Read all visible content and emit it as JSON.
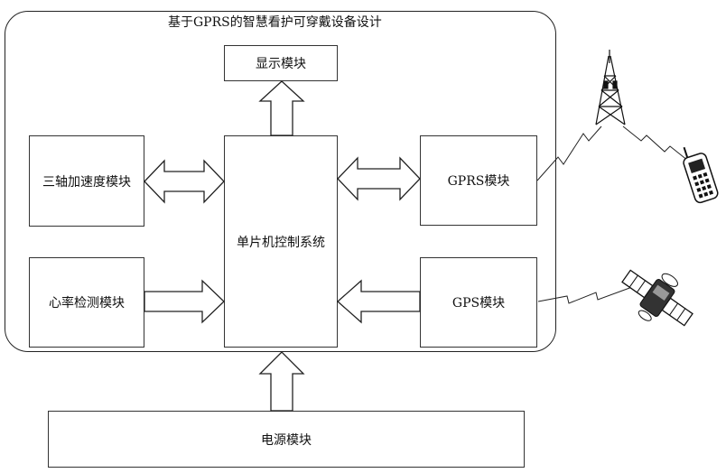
{
  "diagram": {
    "title": "基于GPRS的智慧看护可穿戴设备设计",
    "modules": {
      "display": "显示模块",
      "accel": "三轴加速度模块",
      "heart": "心率检测模块",
      "mcu": "单片机控制系统",
      "gprs": "GPRS模块",
      "gps": "GPS模块",
      "power": "电源模块"
    },
    "icons": [
      "cell-tower-icon",
      "mobile-phone-icon",
      "satellite-icon",
      "lightning-signal-icon"
    ]
  }
}
